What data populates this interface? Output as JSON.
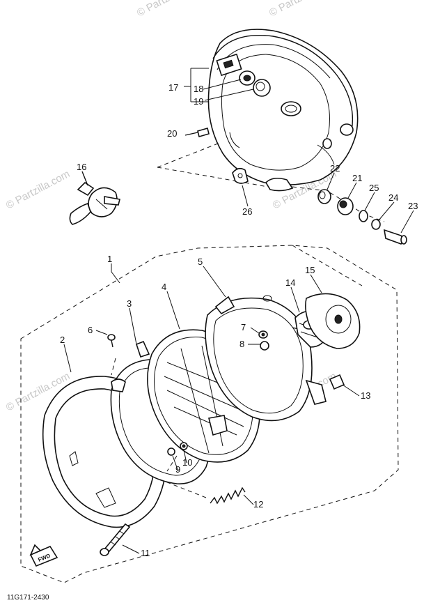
{
  "watermark": "© Partzilla.com",
  "diagram_code": "11G171-2430",
  "fwd_label": "FWD",
  "callouts": {
    "p1": "1",
    "p2": "2",
    "p3": "3",
    "p4": "4",
    "p5": "5",
    "p6": "6",
    "p7": "7",
    "p8": "8",
    "p9": "9",
    "p10": "10",
    "p11": "11",
    "p12": "12",
    "p13": "13",
    "p14": "14",
    "p15": "15",
    "p16": "16",
    "p17": "17",
    "p18": "18",
    "p19": "19",
    "p20": "20",
    "p21": "21",
    "p22": "22",
    "p23": "23",
    "p24": "24",
    "p25": "25",
    "p26": "26"
  }
}
